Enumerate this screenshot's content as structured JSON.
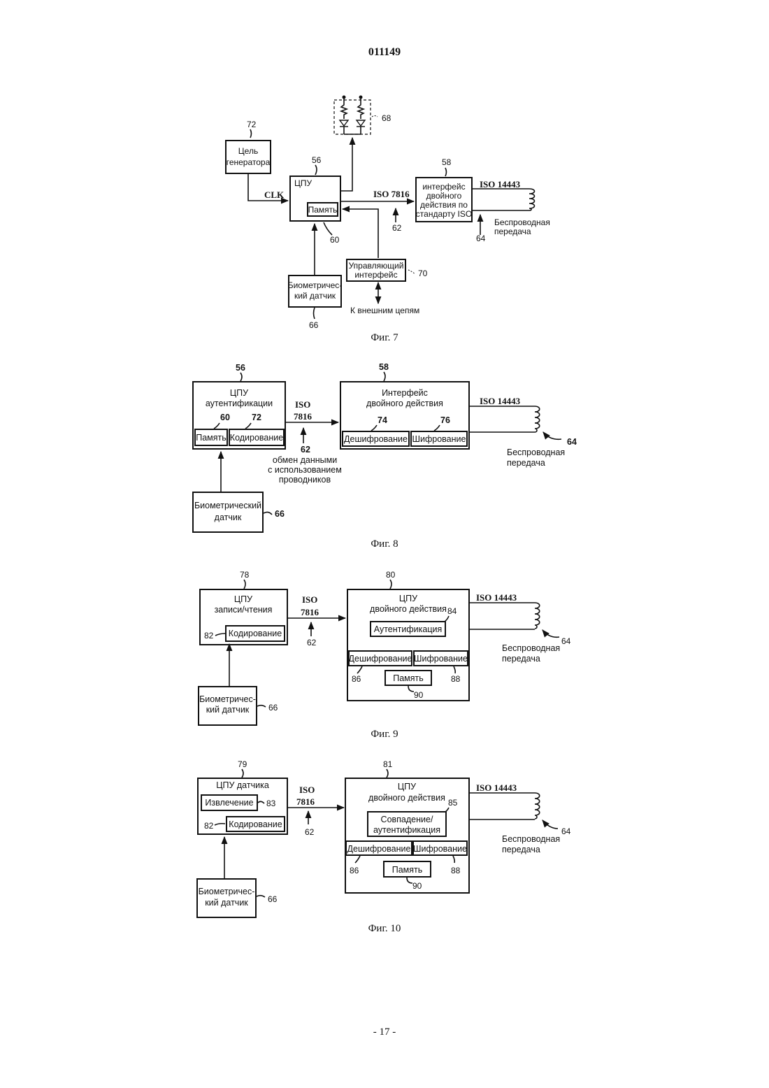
{
  "header": {
    "doc_number": "011149"
  },
  "footer": {
    "page_number": "- 17 -"
  },
  "fig7": {
    "caption": "Фиг. 7",
    "generator": [
      "Цель",
      "генератора"
    ],
    "generator_ref": "72",
    "clk": "CLK",
    "cpu": "ЦПУ",
    "cpu_ref": "56",
    "memory": "Память",
    "memory_ref": "60",
    "led_ref": "68",
    "iso7816": "ISO 7816",
    "link_ref": "62",
    "dual": [
      "интерфейс",
      "двойного",
      "действия по",
      "стандарту ISO"
    ],
    "dual_ref": "58",
    "iso14443": "ISO 14443",
    "wireless": [
      "Беспроводная",
      "передача"
    ],
    "wireless_ref": "64",
    "control": [
      "Управляющий",
      "интерфейс"
    ],
    "control_ref": "70",
    "external": "К внешним цепям",
    "sensor": [
      "Биометричес-",
      "кий датчик"
    ],
    "sensor_ref": "66"
  },
  "fig8": {
    "caption": "Фиг. 8",
    "cpu": [
      "ЦПУ",
      "аутентификации"
    ],
    "cpu_ref": "56",
    "memory": "Память",
    "memory_ref": "60",
    "encoding": "Кодирование",
    "encoding_ref": "72",
    "iso7816": [
      "ISO",
      "7816"
    ],
    "link_ref": "62",
    "link_desc": [
      "обмен данными",
      "с использованием",
      "проводников"
    ],
    "dual": [
      "Интерфейс",
      "двойного действия"
    ],
    "dual_ref": "58",
    "decrypt": "Дешифрование",
    "decrypt_ref": "74",
    "encrypt": "Шифрование",
    "encrypt_ref": "76",
    "iso14443": "ISO 14443",
    "wireless": [
      "Беспроводная",
      "передача"
    ],
    "wireless_ref": "64",
    "sensor": [
      "Биометрический",
      "датчик"
    ],
    "sensor_ref": "66"
  },
  "fig9": {
    "caption": "Фиг. 9",
    "cpu": [
      "ЦПУ",
      "записи/чтения"
    ],
    "cpu_ref": "78",
    "encoding": "Кодирование",
    "encoding_ref": "82",
    "iso7816": [
      "ISO",
      "7816"
    ],
    "link_ref": "62",
    "dual": [
      "ЦПУ",
      "двойного действия"
    ],
    "dual_ref": "80",
    "auth": "Аутентификация",
    "auth_ref": "84",
    "decrypt": "Дешифрование",
    "decrypt_ref": "86",
    "encrypt": "Шифрование",
    "encrypt_ref": "88",
    "memory": "Память",
    "memory_ref": "90",
    "iso14443": "ISO 14443",
    "wireless": [
      "Беспроводная",
      "передача"
    ],
    "wireless_ref": "64",
    "sensor": [
      "Биометричес-",
      "кий датчик"
    ],
    "sensor_ref": "66"
  },
  "fig10": {
    "caption": "Фиг. 10",
    "cpu": "ЦПУ датчика",
    "cpu_ref": "79",
    "extract": "Извлечение",
    "extract_ref": "83",
    "encoding": "Кодирование",
    "encoding_ref": "82",
    "iso7816": [
      "ISO",
      "7816"
    ],
    "link_ref": "62",
    "dual": [
      "ЦПУ",
      "двойного действия"
    ],
    "dual_ref": "81",
    "match": [
      "Совпадение/",
      "аутентификация"
    ],
    "match_ref": "85",
    "decrypt": "Дешифрование",
    "decrypt_ref": "86",
    "encrypt": "Шифрование",
    "encrypt_ref": "88",
    "memory": "Память",
    "memory_ref": "90",
    "iso14443": "ISO 14443",
    "wireless": [
      "Беспроводная",
      "передача"
    ],
    "wireless_ref": "64",
    "sensor": [
      "Биометричес-",
      "кий датчик"
    ],
    "sensor_ref": "66"
  }
}
